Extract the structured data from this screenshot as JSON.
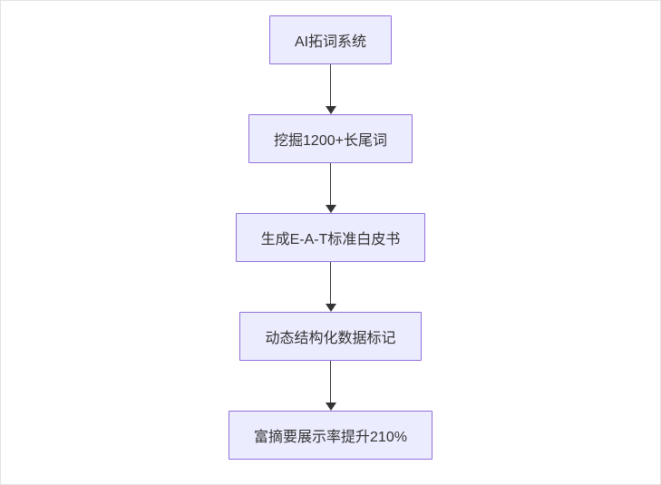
{
  "flowchart": {
    "type": "flowchart-vertical",
    "nodes": [
      {
        "id": "n1",
        "label": "AI拓词系统"
      },
      {
        "id": "n2",
        "label": "挖掘1200+长尾词"
      },
      {
        "id": "n3",
        "label": "生成E-A-T标准白皮书"
      },
      {
        "id": "n4",
        "label": "动态结构化数据标记"
      },
      {
        "id": "n5",
        "label": "富摘要展示率提升210%"
      }
    ],
    "edges": [
      {
        "from": "n1",
        "to": "n2"
      },
      {
        "from": "n2",
        "to": "n3"
      },
      {
        "from": "n3",
        "to": "n4"
      },
      {
        "from": "n4",
        "to": "n5"
      }
    ],
    "colors": {
      "node_fill": "#ECECFF",
      "node_border": "#9370DB",
      "text": "#333333",
      "arrow": "#333333",
      "background": "#ffffff"
    }
  }
}
